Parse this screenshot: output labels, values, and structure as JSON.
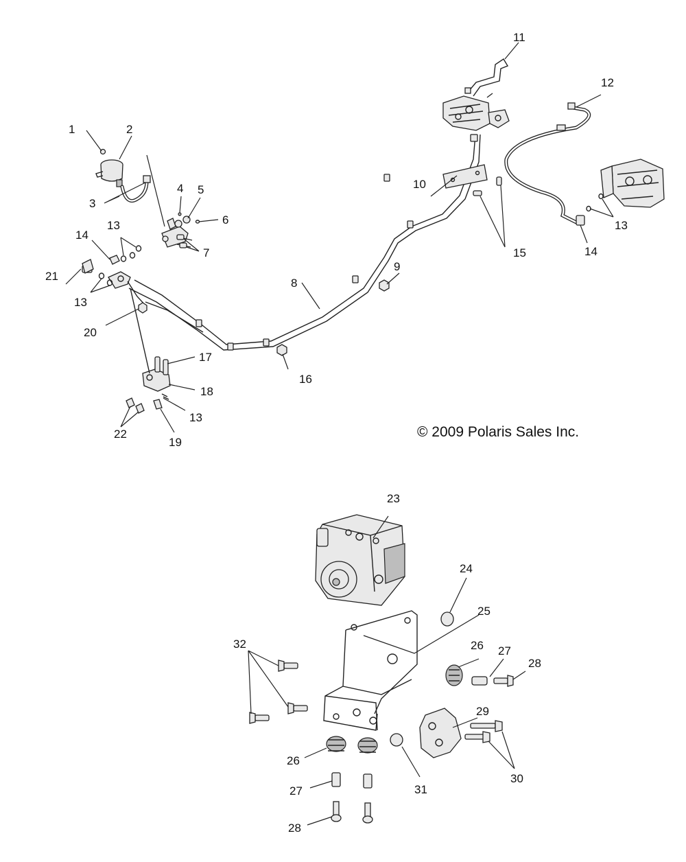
{
  "diagram": {
    "copyright": "© 2009 Polaris Sales Inc.",
    "callouts": {
      "c1": "1",
      "c2": "2",
      "c3": "3",
      "c4": "4",
      "c5": "5",
      "c6": "6",
      "c7": "7",
      "c8": "8",
      "c9": "9",
      "c10": "10",
      "c11": "11",
      "c12": "12",
      "c13a": "13",
      "c13b": "13",
      "c13c": "13",
      "c13d": "13",
      "c14a": "14",
      "c14b": "14",
      "c15": "15",
      "c16": "16",
      "c17": "17",
      "c18": "18",
      "c19": "19",
      "c20": "20",
      "c21": "21",
      "c22": "22",
      "c23": "23",
      "c24": "24",
      "c25": "25",
      "c26a": "26",
      "c26b": "26",
      "c27a": "27",
      "c27b": "27",
      "c28a": "28",
      "c28b": "28",
      "c29": "29",
      "c30": "30",
      "c31": "31",
      "c32": "32"
    }
  }
}
